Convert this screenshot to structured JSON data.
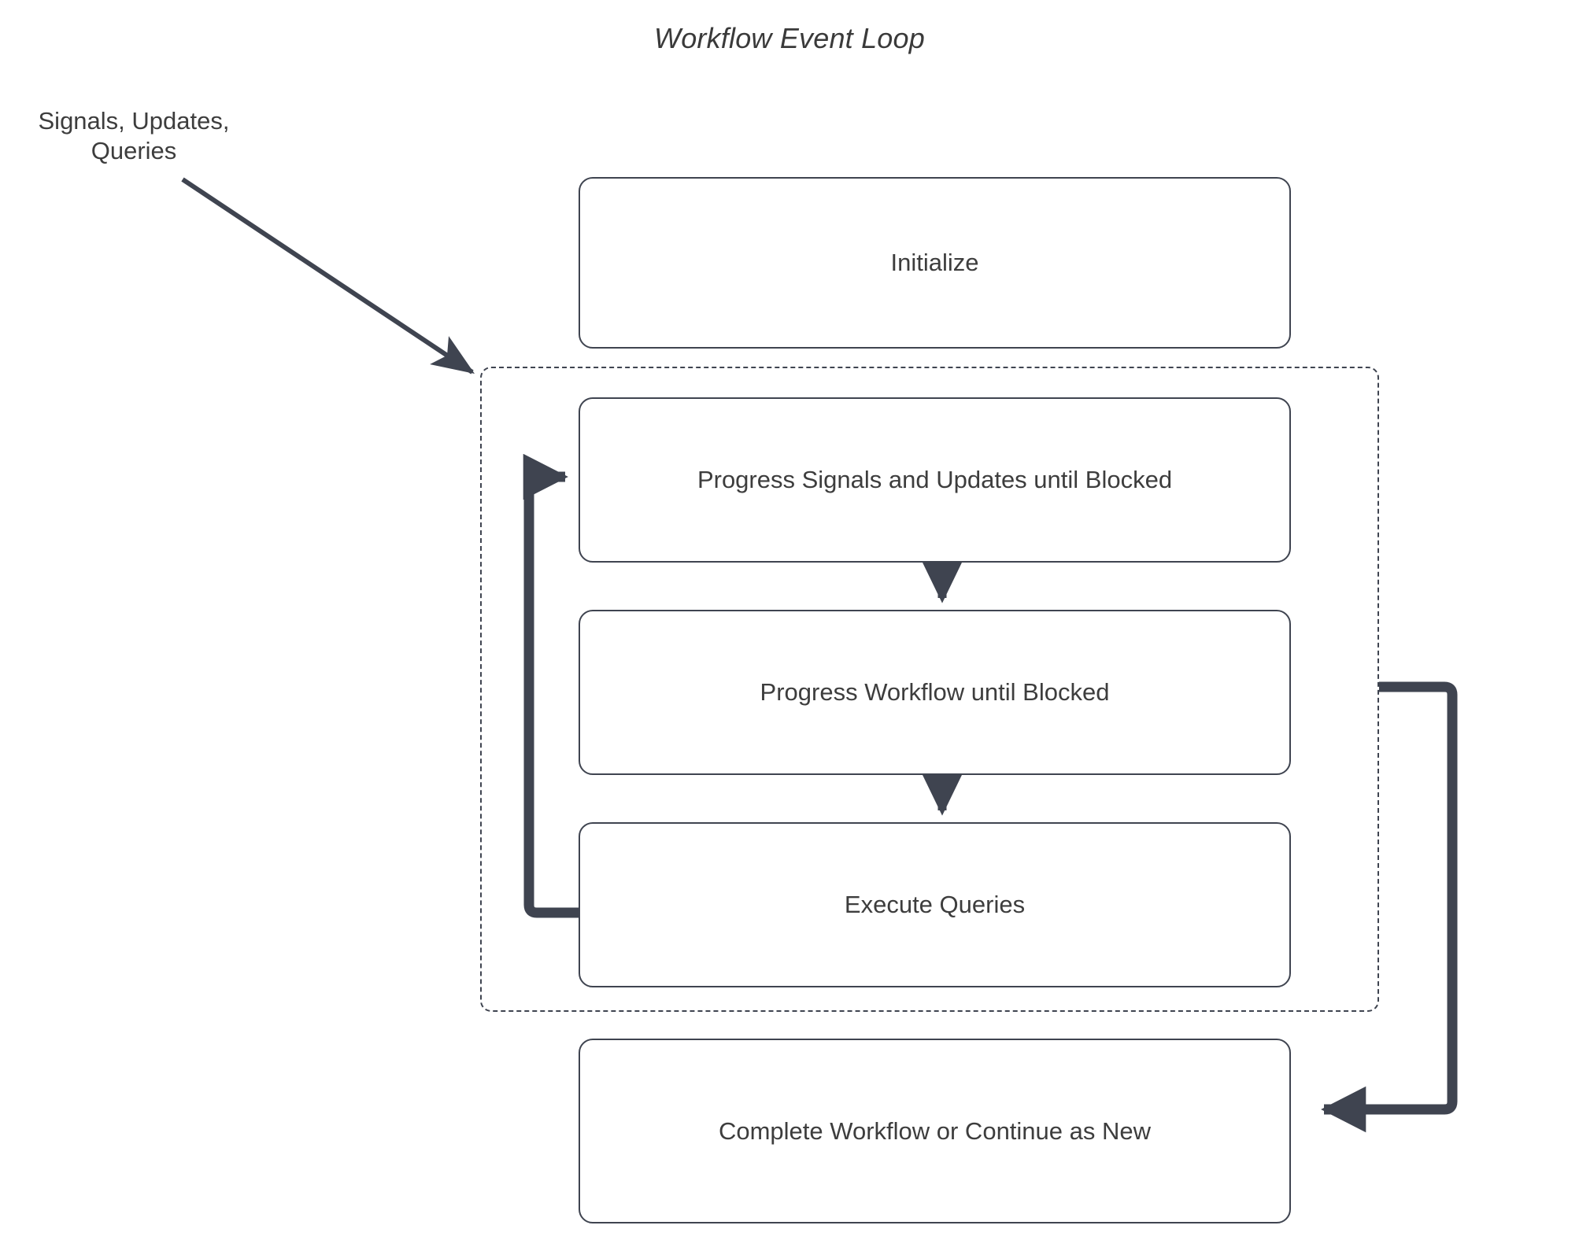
{
  "diagram": {
    "title": "Workflow Event Loop",
    "type": "flowchart",
    "external_input_label": "Signals, Updates,\nQueries",
    "external_input_label_line1": "Signals, Updates,",
    "external_input_label_line2": "Queries",
    "colors": {
      "stroke": "#3f4450",
      "text": "#3d3d3d",
      "background": "#ffffff",
      "edge": "#3f4450"
    },
    "cluster": {
      "name": "event-loop-cluster",
      "style": "dashed",
      "label": ""
    },
    "nodes": [
      {
        "id": "initialize",
        "label": "Initialize",
        "in_cluster": false
      },
      {
        "id": "progress-su",
        "label": "Progress Signals and Updates until Blocked",
        "in_cluster": true
      },
      {
        "id": "progress-wf",
        "label": "Progress Workflow until Blocked",
        "in_cluster": true
      },
      {
        "id": "exec-queries",
        "label": "Execute Queries",
        "in_cluster": true
      },
      {
        "id": "complete",
        "label": "Complete Workflow or Continue as New",
        "in_cluster": false
      }
    ],
    "edges": [
      {
        "from": "external-input",
        "to": "event-loop-cluster",
        "style": "solid-thin",
        "arrow": "end"
      },
      {
        "from": "progress-su",
        "to": "progress-wf",
        "style": "solid",
        "arrow": "end"
      },
      {
        "from": "progress-wf",
        "to": "exec-queries",
        "style": "solid",
        "arrow": "end"
      },
      {
        "from": "exec-queries",
        "to": "progress-su",
        "style": "thick-loop-left",
        "arrow": "end"
      },
      {
        "from": "event-loop-cluster",
        "to": "complete",
        "style": "thick-loop-right",
        "arrow": "end"
      }
    ]
  }
}
